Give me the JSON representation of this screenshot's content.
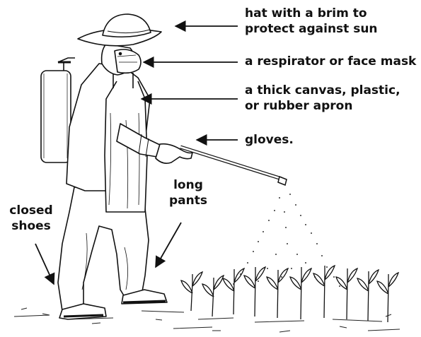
{
  "labels": {
    "hat": [
      "hat with a brim to",
      "protect against sun"
    ],
    "mask": "a respirator or face mask",
    "apron": [
      "a thick canvas, plastic,",
      "or rubber apron"
    ],
    "gloves": "gloves.",
    "pants": [
      "long",
      "pants"
    ],
    "shoes": [
      "closed",
      "shoes"
    ]
  }
}
